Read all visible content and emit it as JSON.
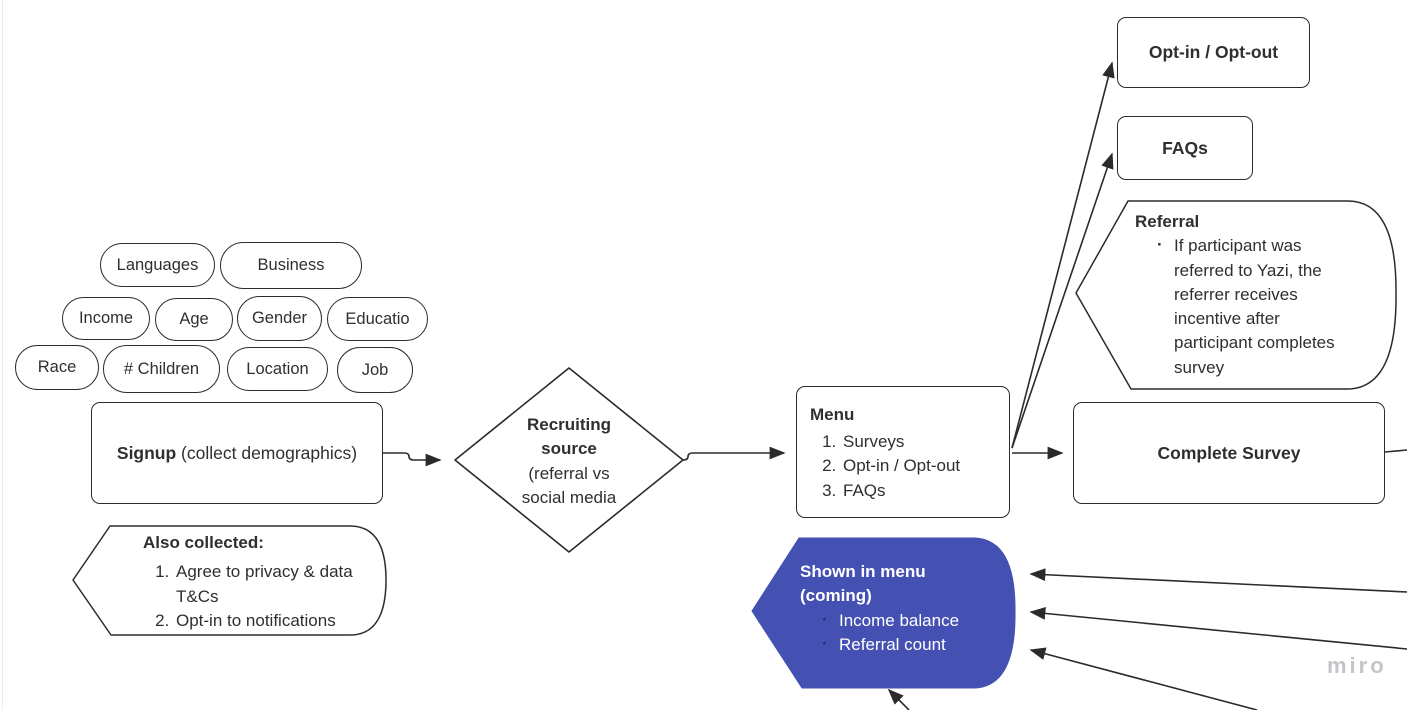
{
  "board": {
    "watermark": "miro"
  },
  "colors": {
    "shape_blue": "#4450b2",
    "stroke": "#2b2b2b",
    "watermark_gray": "#c5c4c8"
  },
  "pills": {
    "items": [
      "Languages",
      "Business",
      "Income",
      "Age",
      "Gender",
      "Educatio",
      "Race",
      "# Children",
      "Location",
      "Job"
    ]
  },
  "signup": {
    "bold": "Signup",
    "rest": " (collect demographics)"
  },
  "also_collected": {
    "title": "Also collected:",
    "items": [
      "Agree to privacy & data T&Cs",
      "Opt-in to notifications"
    ]
  },
  "recruiting": {
    "title": "Recruiting source",
    "subtitle": "(referral vs social media"
  },
  "menu": {
    "title": "Menu",
    "items": [
      "Surveys",
      "Opt-in / Opt-out",
      "FAQs"
    ]
  },
  "optin": {
    "label": "Opt-in / Opt-out"
  },
  "faqs": {
    "label": "FAQs"
  },
  "referral": {
    "title": "Referral",
    "bullets": [
      "If participant was referred to Yazi, the referrer receives incentive after participant completes survey"
    ]
  },
  "complete_survey": {
    "label": "Complete Survey"
  },
  "shown_in_menu": {
    "title": "Shown in menu (coming)",
    "bullets": [
      "Income balance",
      "Referral count"
    ]
  }
}
